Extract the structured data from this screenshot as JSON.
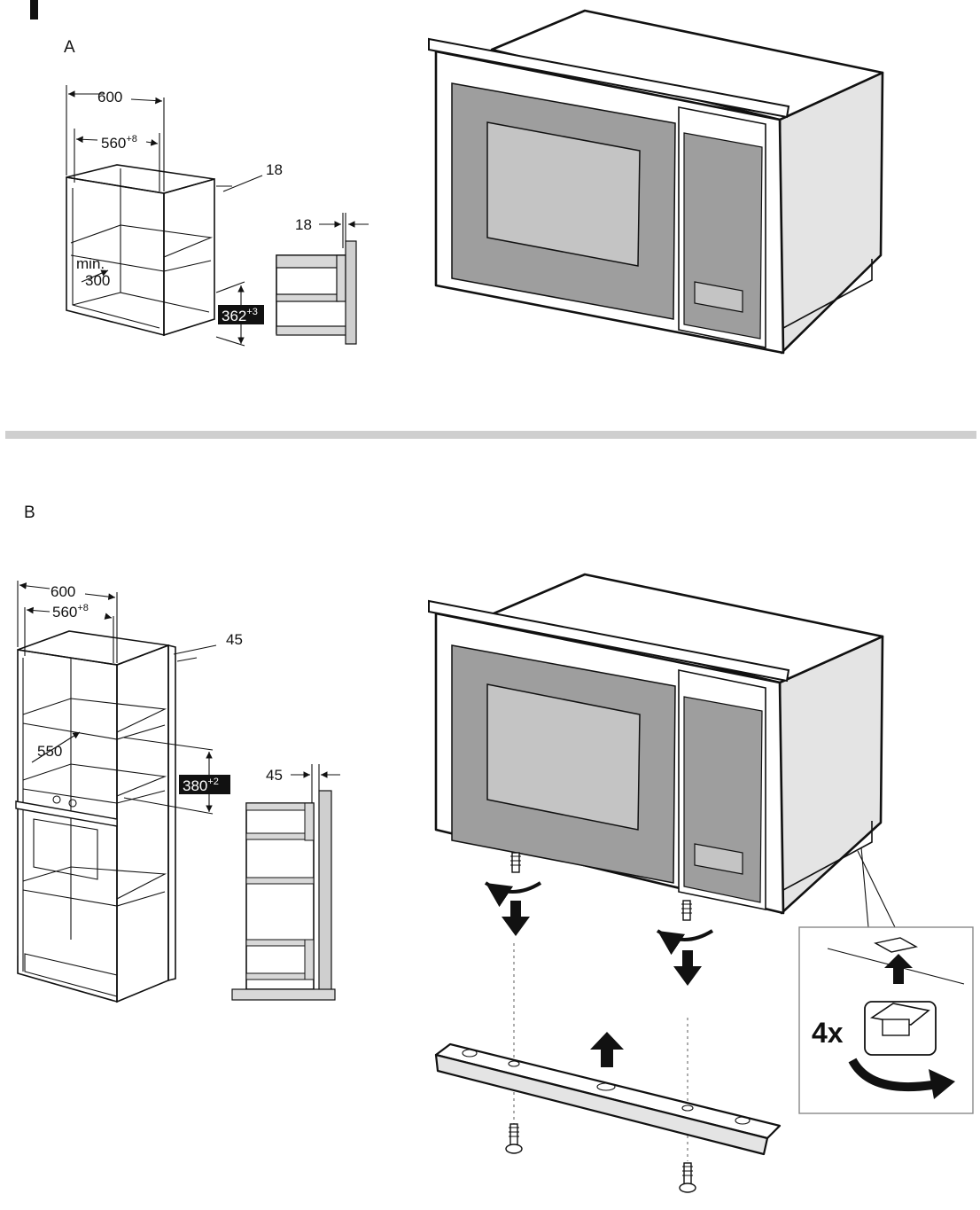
{
  "corner_mark": "",
  "section_a": {
    "label": "A",
    "dim_cabinet_width": "600",
    "dim_opening_width": "560",
    "dim_opening_width_tol": "+8",
    "dim_side_panel": "18",
    "dim_min_label": "min.",
    "dim_min_depth": "300",
    "dim_opening_height": "362",
    "dim_opening_height_tol": "+3",
    "dim_detail_panel": "18"
  },
  "section_b": {
    "label": "B",
    "dim_cabinet_width": "600",
    "dim_opening_width": "560",
    "dim_opening_width_tol": "+8",
    "dim_side_panel": "45",
    "dim_depth": "550",
    "dim_opening_height": "380",
    "dim_opening_height_tol": "+2",
    "dim_detail_panel": "45",
    "screw_count": "4x"
  },
  "colors": {
    "divider": "#cfcfcf",
    "appliance_side": "#e4e4e4",
    "window_frame": "#9e9e9e",
    "glass": "#c4c4c4",
    "badge_bg": "#111111",
    "badge_text": "#ffffff"
  },
  "icons": [
    "screw-icon",
    "rotate-arrow-icon",
    "down-arrow-icon",
    "up-arrow-icon"
  ]
}
